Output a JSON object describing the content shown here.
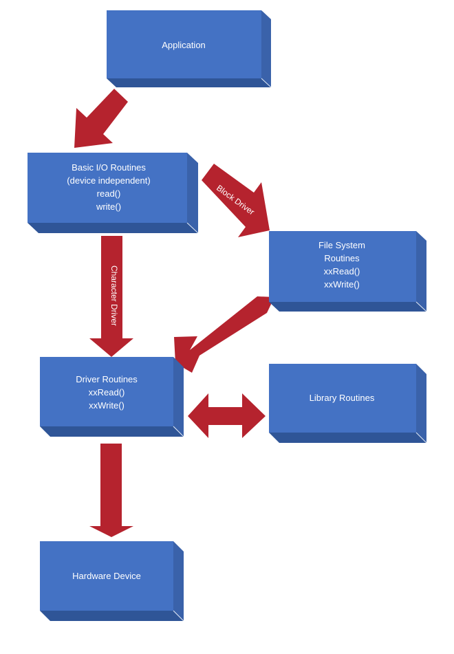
{
  "colors": {
    "box_front": "#4472C4",
    "box_side": "#3A62AA",
    "box_bottom": "#2F5597",
    "box_edge": "#E4ECF7",
    "arrow": "#B5232E",
    "text": "#FFFFFF"
  },
  "boxes": {
    "application": {
      "lines": [
        "Application"
      ]
    },
    "basic_io": {
      "lines": [
        "Basic I/O Routines",
        "(device independent)",
        "read()",
        "write()"
      ]
    },
    "file_system": {
      "lines": [
        "File System",
        "Routines",
        "xxRead()",
        "xxWrite()"
      ]
    },
    "driver": {
      "lines": [
        "Driver Routines",
        "xxRead()",
        "xxWrite()"
      ]
    },
    "library": {
      "lines": [
        "Library Routines"
      ]
    },
    "hardware": {
      "lines": [
        "Hardware Device"
      ]
    }
  },
  "arrows": {
    "block_driver": "Block Driver",
    "character_driver": "Character Driver"
  }
}
